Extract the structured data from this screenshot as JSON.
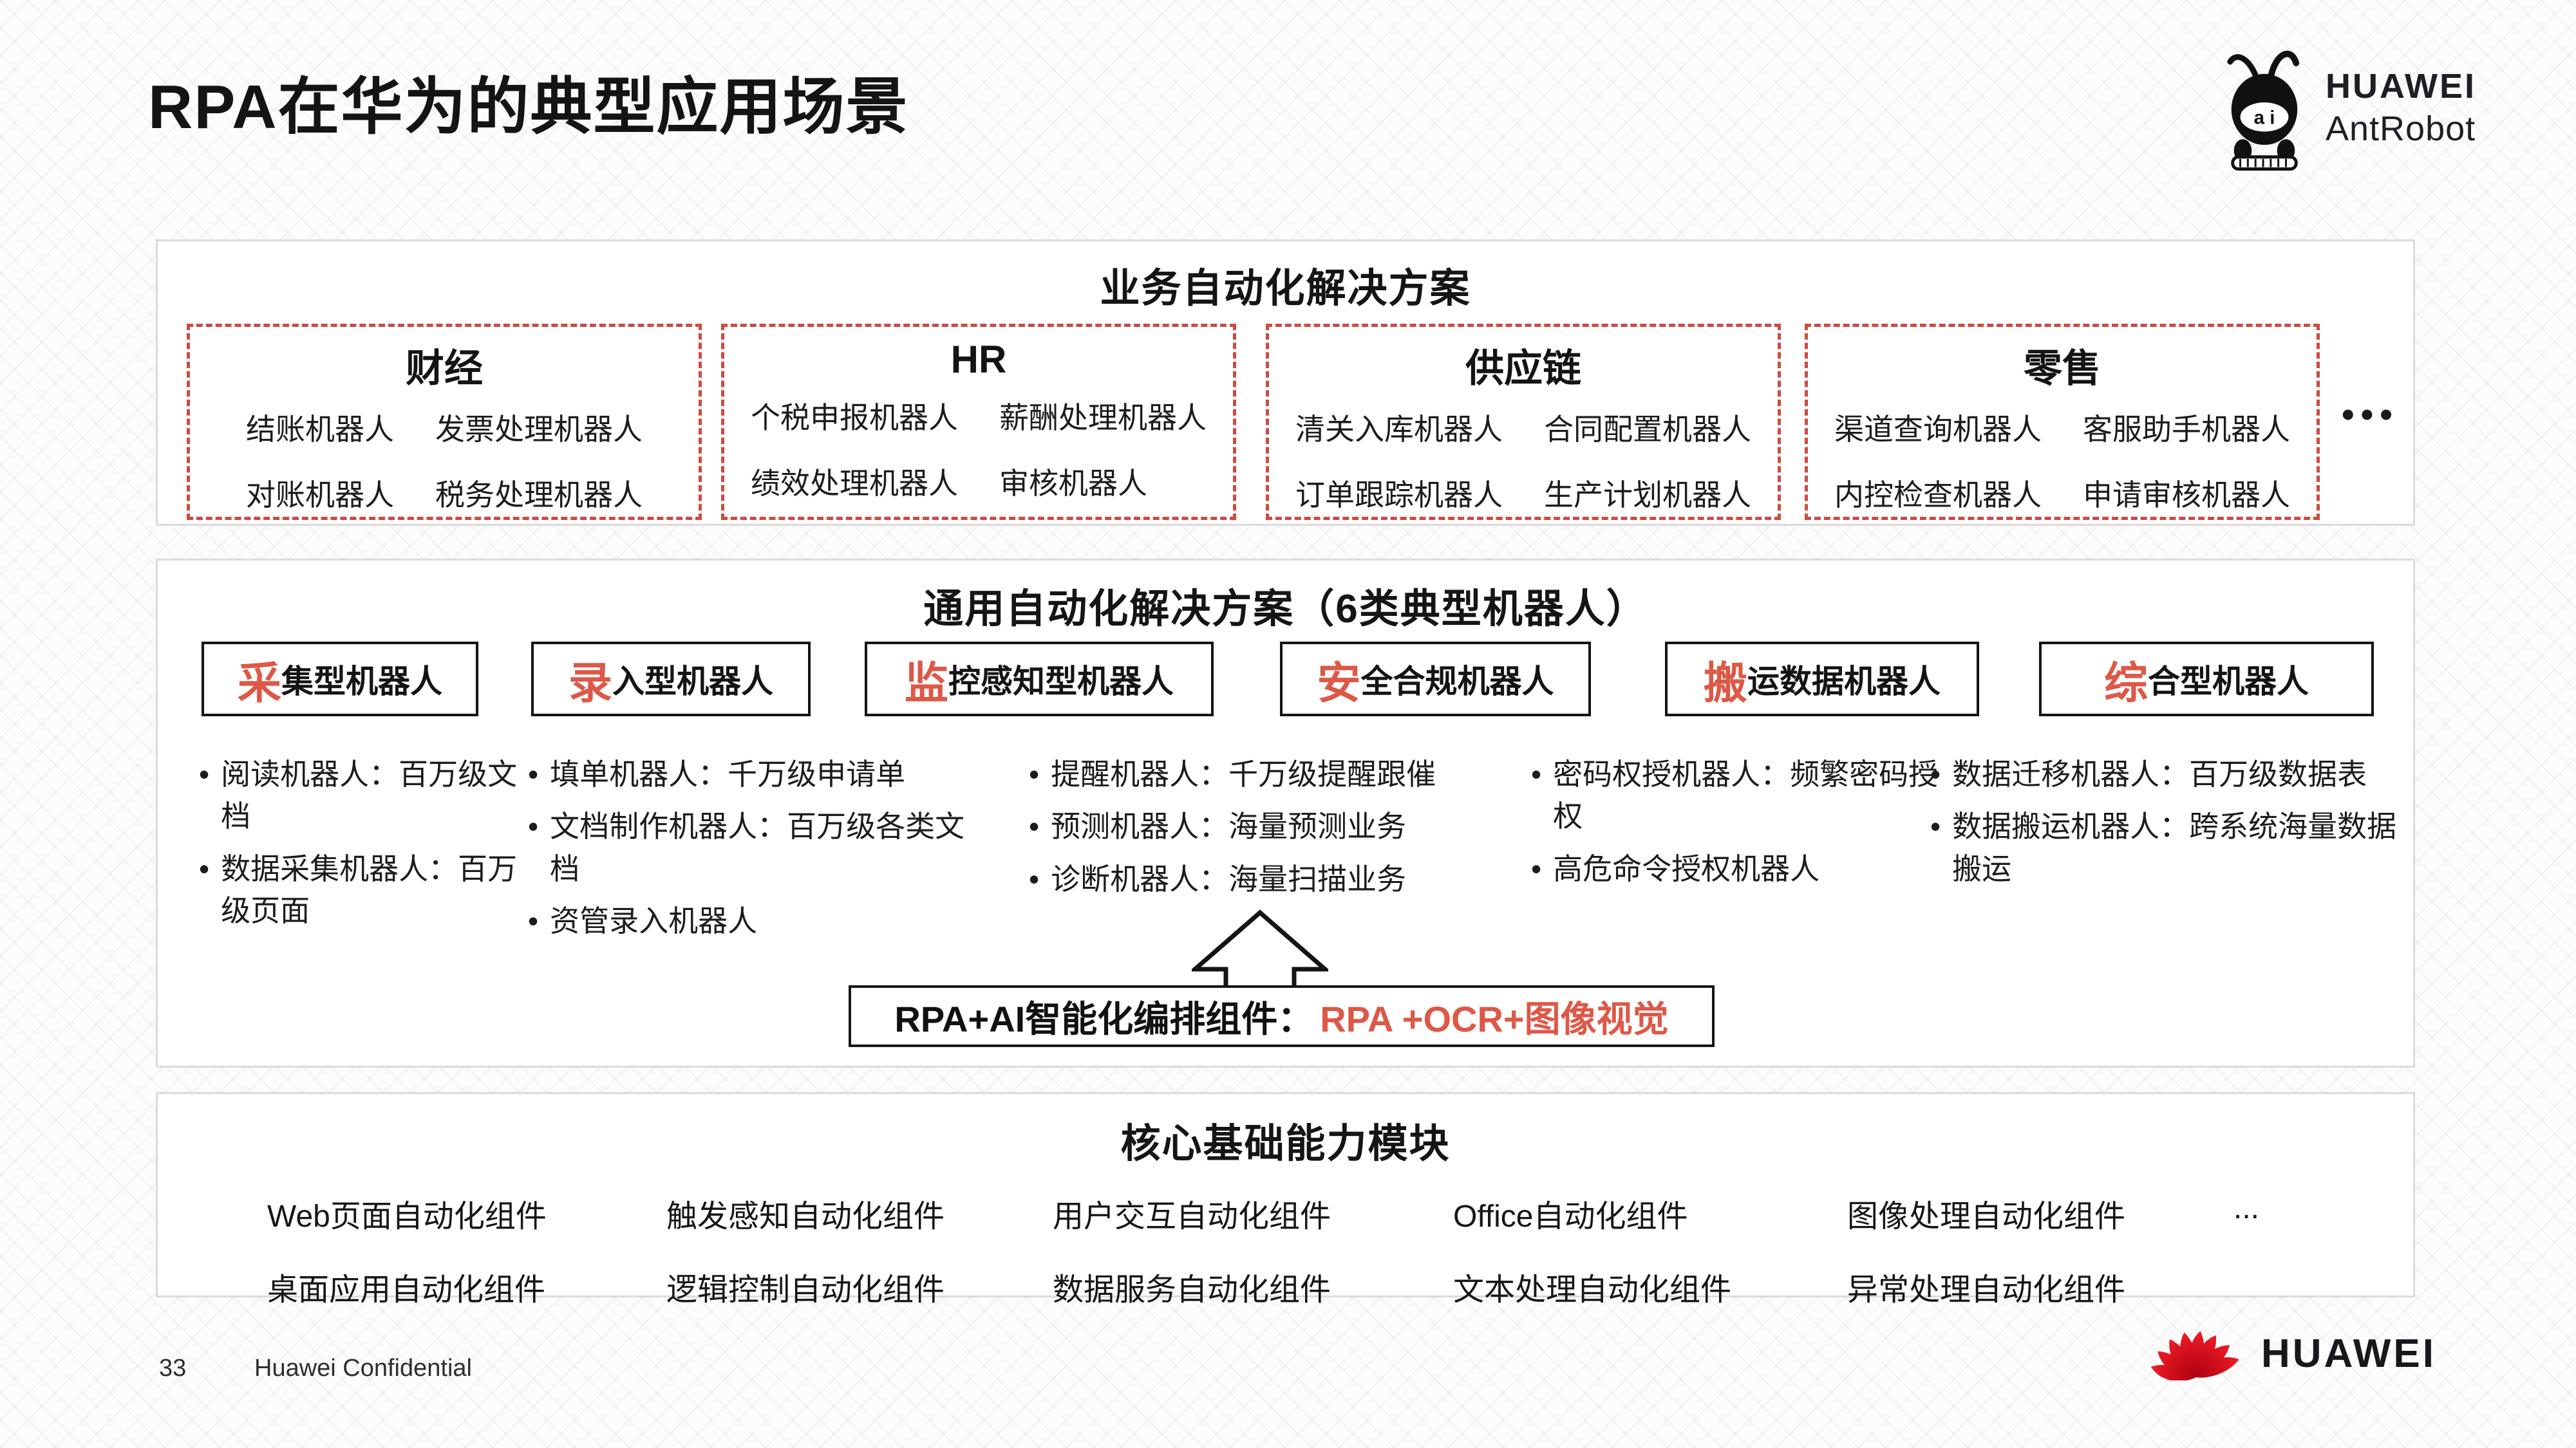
{
  "ui": {
    "bullet": "•",
    "more_dots": "•••"
  },
  "colors": {
    "accent_red": "#dd5847",
    "dashed_border": "#ce4a40",
    "huawei_red": "#e60012"
  },
  "page": {
    "title": "RPA在华为的典型应用场景",
    "footer": {
      "page_number": "33",
      "confidential": "Huawei Confidential"
    }
  },
  "brand": {
    "huawei": "HUAWEI",
    "antrobot": "AntRobot",
    "face": "a i",
    "logo_text": "HUAWEI"
  },
  "business": {
    "header": "业务自动化解决方案",
    "boxes": [
      {
        "title": "财经",
        "items": [
          "结账机器人",
          "发票处理机器人",
          "对账机器人",
          "税务处理机器人"
        ]
      },
      {
        "title": "HR",
        "items": [
          "个税申报机器人",
          "薪酬处理机器人",
          "绩效处理机器人",
          "审核机器人"
        ]
      },
      {
        "title": "供应链",
        "items": [
          "清关入库机器人",
          "合同配置机器人",
          "订单跟踪机器人",
          "生产计划机器人"
        ]
      },
      {
        "title": "零售",
        "items": [
          "渠道查询机器人",
          "客服助手机器人",
          "内控检查机器人",
          "申请审核机器人"
        ]
      }
    ]
  },
  "general": {
    "header": "通用自动化解决方案（6类典型机器人）",
    "types": [
      {
        "first": "采",
        "rest": "集型机器人"
      },
      {
        "first": "录",
        "rest": "入型机器人"
      },
      {
        "first": "监",
        "rest": "控感知型机器人"
      },
      {
        "first": "安",
        "rest": "全合规机器人"
      },
      {
        "first": "搬",
        "rest": "运数据机器人"
      },
      {
        "first": "综",
        "rest": "合型机器人"
      }
    ],
    "columns": [
      {
        "bullets": [
          "阅读机器人：百万级文档",
          "数据采集机器人：百万级页面"
        ]
      },
      {
        "bullets": [
          "填单机器人：千万级申请单",
          "文档制作机器人：百万级各类文档",
          "资管录入机器人"
        ]
      },
      {
        "bullets": [
          "提醒机器人：千万级提醒跟催",
          "预测机器人：海量预测业务",
          "诊断机器人：海量扫描业务"
        ]
      },
      {
        "bullets": [
          "密码权授机器人：频繁密码授权",
          "高危命令授权机器人"
        ]
      },
      {
        "bullets": [
          "数据迁移机器人：百万级数据表",
          "数据搬运机器人：跨系统海量数据搬运"
        ]
      }
    ],
    "ai_box": {
      "label": "RPA+AI智能化编排组件：",
      "value": "RPA +OCR+图像视觉"
    }
  },
  "core": {
    "header": "核心基础能力模块",
    "row1": [
      "Web页面自动化组件",
      "触发感知自动化组件",
      "用户交互自动化组件",
      "Office自动化组件",
      "图像处理自动化组件",
      "..."
    ],
    "row2": [
      "桌面应用自动化组件",
      "逻辑控制自动化组件",
      "数据服务自动化组件",
      "文本处理自动化组件",
      "异常处理自动化组件"
    ]
  }
}
